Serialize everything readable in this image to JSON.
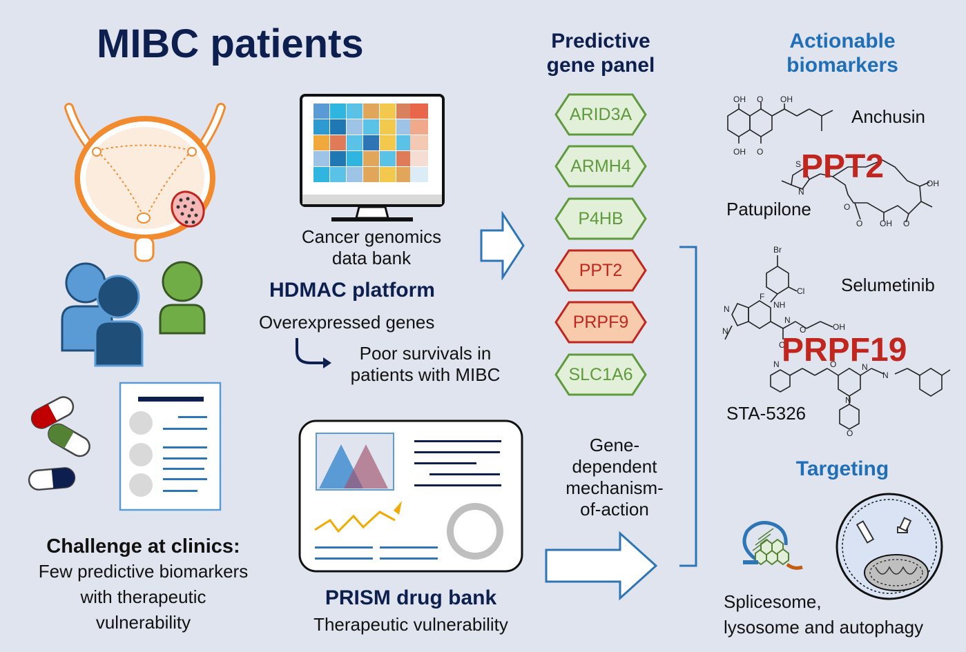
{
  "title": "MIBC patients",
  "challenge": {
    "heading": "Challenge at clinics:",
    "lines": [
      "Few predictive biomarkers",
      "with therapeutic",
      "vulnerability"
    ]
  },
  "genomics": {
    "caption_lines": [
      "Cancer genomics",
      "data bank"
    ],
    "platform": "HDMAC platform",
    "step1": "Overexpressed genes",
    "step2_lines": [
      "Poor survivals in",
      "patients with MIBC"
    ]
  },
  "prism": {
    "heading": "PRISM drug bank",
    "subtitle": "Therapeutic vulnerability"
  },
  "panel": {
    "heading_lines": [
      "Predictive",
      "gene panel"
    ],
    "genes": [
      {
        "name": "ARID3A",
        "status": "green"
      },
      {
        "name": "ARMH4",
        "status": "green"
      },
      {
        "name": "P4HB",
        "status": "green"
      },
      {
        "name": "PPT2",
        "status": "red"
      },
      {
        "name": "PRPF9",
        "status": "red"
      },
      {
        "name": "SLC1A6",
        "status": "green"
      }
    ]
  },
  "mechanism_lines": [
    "Gene-",
    "dependent",
    "mechanism-",
    "of-action"
  ],
  "biomarkers": {
    "heading_lines": [
      "Actionable",
      "biomarkers"
    ],
    "drugs": [
      "Anchusin",
      "Patupilone",
      "Selumetinib",
      "STA-5326"
    ],
    "overlay_labels": [
      "PPT2",
      "PRPF19"
    ]
  },
  "targeting": {
    "heading": "Targeting",
    "caption_lines": [
      "Splicesome,",
      "lysosome and autophagy"
    ]
  },
  "colors": {
    "navy": "#0d1f4e",
    "accent_blue": "#1f6fb8",
    "green_gene": "#5f9a3c",
    "red_gene": "#c0261e",
    "bladder_orange": "#f28a2e"
  }
}
